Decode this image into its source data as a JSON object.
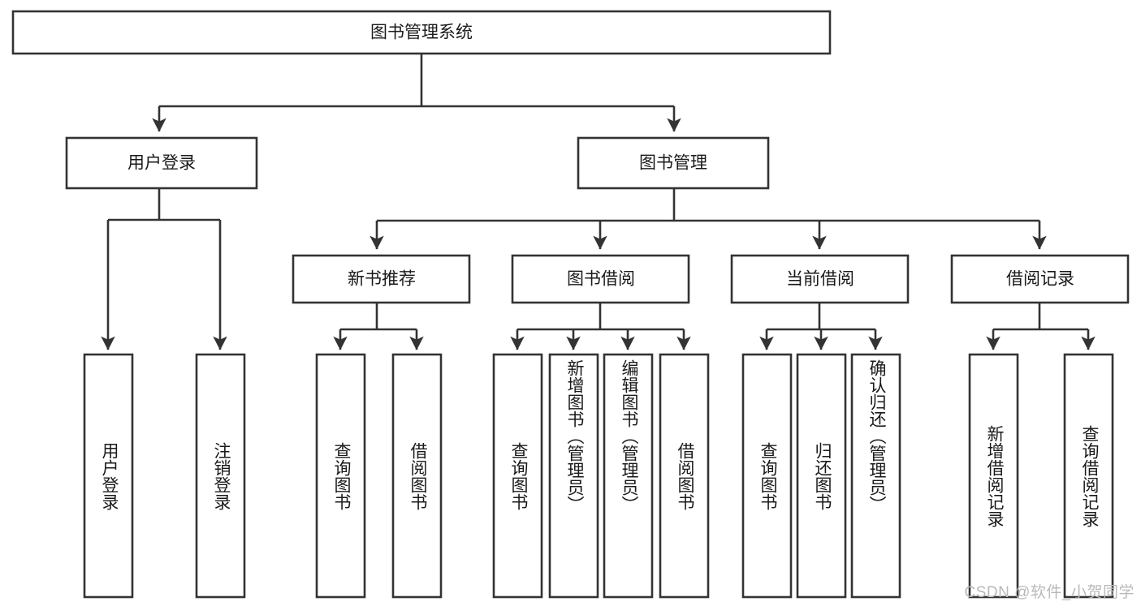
{
  "diagram": {
    "type": "hierarchy-tree",
    "title": "图书管理系统",
    "watermark": "CSDN @软件_小贺同学",
    "colors": {
      "stroke": "#333333",
      "fill": "#ffffff",
      "text": "#1a1a1a",
      "watermark": "#b9b9b9"
    },
    "root": {
      "label": "图书管理系统"
    },
    "level2": [
      {
        "label": "用户登录"
      },
      {
        "label": "图书管理"
      }
    ],
    "level3": [
      {
        "label": "新书推荐"
      },
      {
        "label": "图书借阅"
      },
      {
        "label": "当前借阅"
      },
      {
        "label": "借阅记录"
      }
    ],
    "leaves": {
      "user_login": [
        {
          "label": "用户登录"
        },
        {
          "label": "注销登录"
        }
      ],
      "new_book_recommend": [
        {
          "label": "查询图书"
        },
        {
          "label": "借阅图书"
        }
      ],
      "book_borrow": [
        {
          "label": "查询图书"
        },
        {
          "label": "新增图书（管理员）"
        },
        {
          "label": "编辑图书（管理员）"
        },
        {
          "label": "借阅图书"
        }
      ],
      "current_borrow": [
        {
          "label": "查询图书"
        },
        {
          "label": "归还图书"
        },
        {
          "label": "确认归还（管理员）"
        }
      ],
      "borrow_record": [
        {
          "label": "新增借阅记录"
        },
        {
          "label": "查询借阅记录"
        }
      ]
    }
  }
}
